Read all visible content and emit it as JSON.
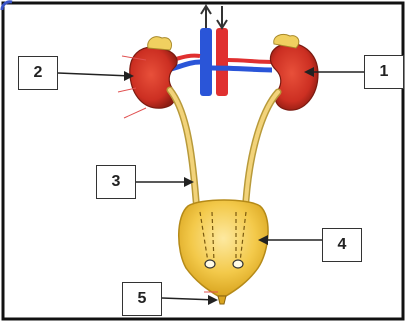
{
  "diagram": {
    "labels": [
      "1",
      "2",
      "3",
      "4",
      "5"
    ]
  },
  "colors": {
    "kidney": "#d23a2a",
    "kidney_dark": "#9e2218",
    "adrenal": "#f0d060",
    "ureter": "#f2d37a",
    "ureter_outline": "#b89a3a",
    "bladder": "#f3c94a",
    "bladder_light": "#fbe89a",
    "artery": "#e03030",
    "vein": "#2a55d8",
    "frame": "#111111"
  }
}
